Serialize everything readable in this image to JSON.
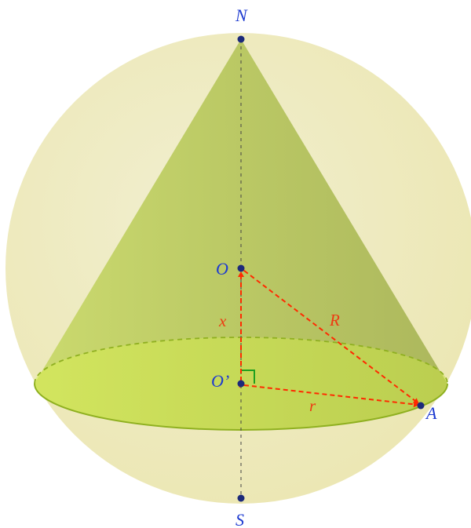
{
  "points": {
    "N": "N",
    "O": "O",
    "O_prime": "O’",
    "A": "A",
    "S": "S"
  },
  "segments": {
    "x": "x",
    "R": "R",
    "r": "r"
  },
  "colors": {
    "sphere_fill": "#f2f0c8",
    "cone_fill": "#b8c766",
    "base_fill": "#c8e04a",
    "base_edge": "#8fb020",
    "dim_arrows": "#ff2a00",
    "point_dot": "#1c2a7a",
    "point_label": "#1d3ad0",
    "segment_label": "#ee3a12",
    "right_angle_mark": "#1fa01f",
    "axis": "#444444"
  }
}
